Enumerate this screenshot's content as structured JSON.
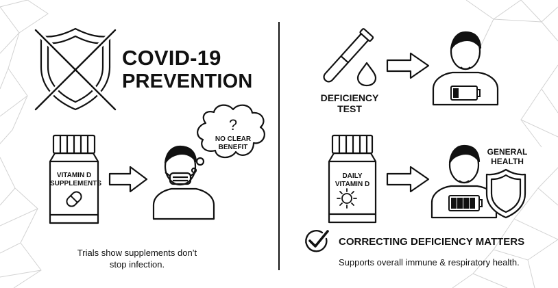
{
  "left": {
    "title_line1": "COVID-19",
    "title_line2": "PREVENTION",
    "bottle_label_line1": "VITAMIN D",
    "bottle_label_line2": "SUPPLEMENTS",
    "thought_q": "?",
    "thought_line1": "NO CLEAR",
    "thought_line2": "BENEFIT",
    "caption_line1": "Trials show supplements don’t",
    "caption_line2": "stop infection."
  },
  "right": {
    "test_label_line1": "DEFICIENCY",
    "test_label_line2": "TEST",
    "bottle_label_line1": "DAILY",
    "bottle_label_line2": "VITAMIN D",
    "health_label_line1": "GENERAL",
    "health_label_line2": "HEALTH",
    "headline": "CORRECTING DEFICIENCY MATTERS",
    "subtext": "Supports overall immune & respiratory health."
  },
  "icons": {
    "crossed_shield": "shield-crossed-icon",
    "bottle": "pill-bottle-icon",
    "capsule": "capsule-icon",
    "arrow": "arrow-right-icon",
    "masked_person": "masked-person-icon",
    "thought": "thought-bubble-icon",
    "test_tube": "test-tube-icon",
    "drop": "blood-drop-icon",
    "person": "person-icon",
    "sun": "sun-icon",
    "shield": "shield-icon",
    "check": "check-circle-icon",
    "battery_low": "battery-low-icon",
    "battery_full": "battery-full-icon"
  },
  "colors": {
    "ink": "#111111",
    "mesh": "#cfcfcf",
    "background": "#ffffff"
  }
}
